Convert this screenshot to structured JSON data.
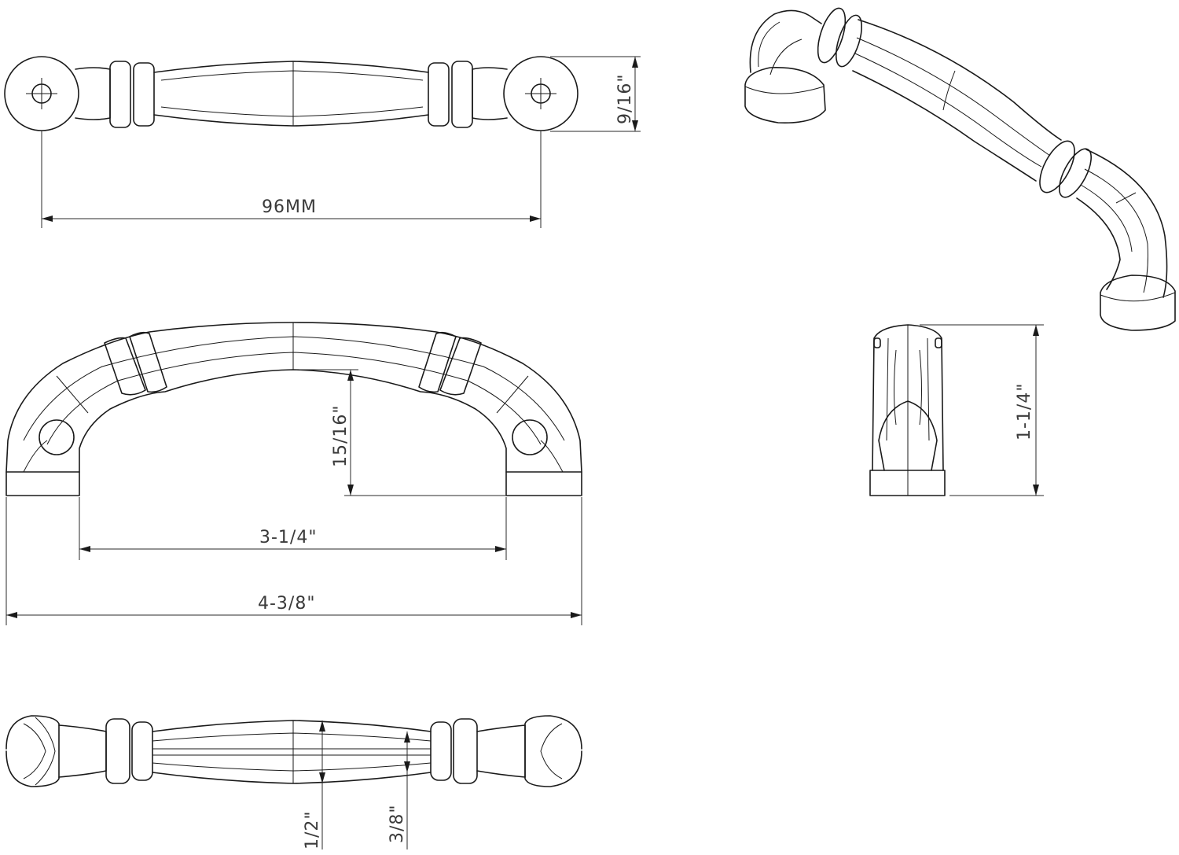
{
  "diagram": {
    "dimensions": {
      "top_length": "96MM",
      "top_height": "9/16\"",
      "side_height": "15/16\"",
      "center_to_center": "3-1/4\"",
      "overall_length": "4-3/8\"",
      "end_height": "1-1/4\"",
      "bottom_width_large": "1/2\"",
      "bottom_width_small": "3/8\""
    },
    "colors": {
      "line": "#1a1a1a",
      "dimension_text": "#3a3a3a",
      "background": "#ffffff"
    }
  }
}
